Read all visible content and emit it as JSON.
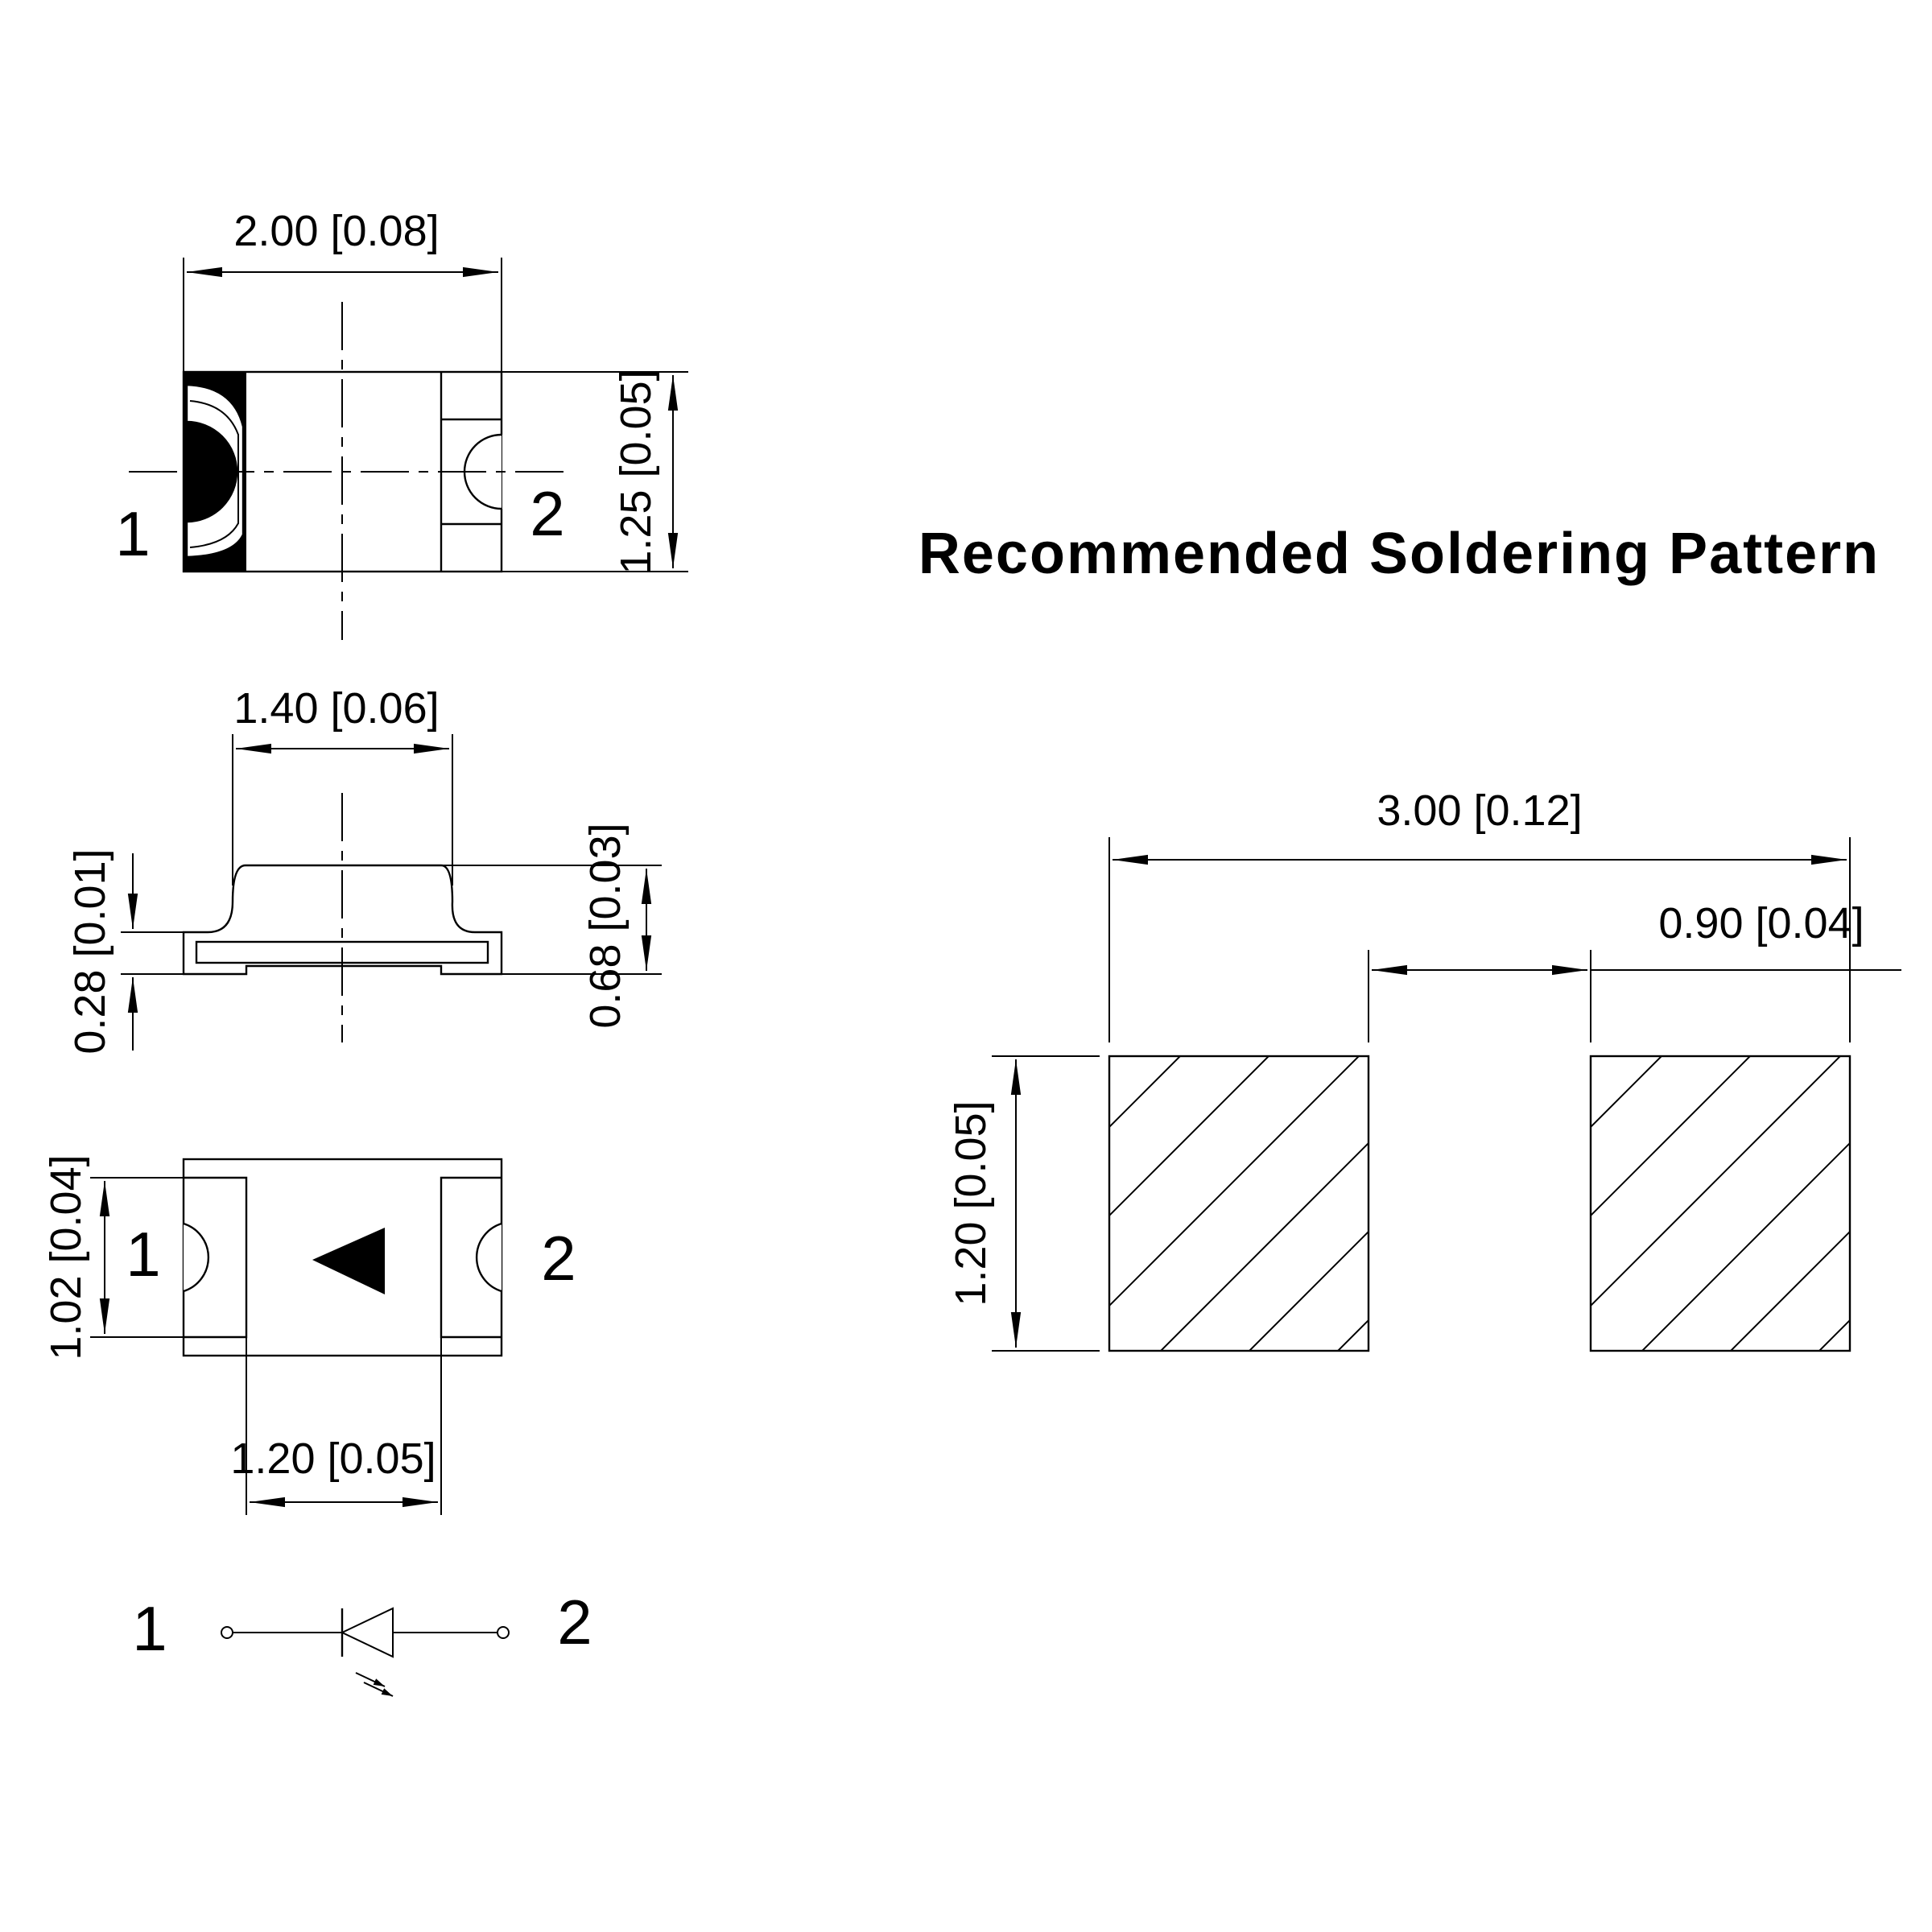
{
  "top_view": {
    "width_label": "2.00 [0.08]",
    "height_label": "1.25 [0.05]",
    "pin1": "1",
    "pin2": "2"
  },
  "side_view": {
    "width_label": "1.40 [0.06]",
    "pad_thickness_label": "0.28 [0.01]",
    "height_label": "0.68 [0.03]"
  },
  "bottom_view": {
    "height_label": "1.02 [0.04]",
    "pad_gap_label": "1.20 [0.05]",
    "pin1": "1",
    "pin2": "2"
  },
  "symbol": {
    "pin1": "1",
    "pin2": "2"
  },
  "soldering": {
    "title": "Recommended Soldering Pattern",
    "total_width_label": "3.00 [0.12]",
    "gap_label": "0.90 [0.04]",
    "pad_height_label": "1.20 [0.05]"
  }
}
